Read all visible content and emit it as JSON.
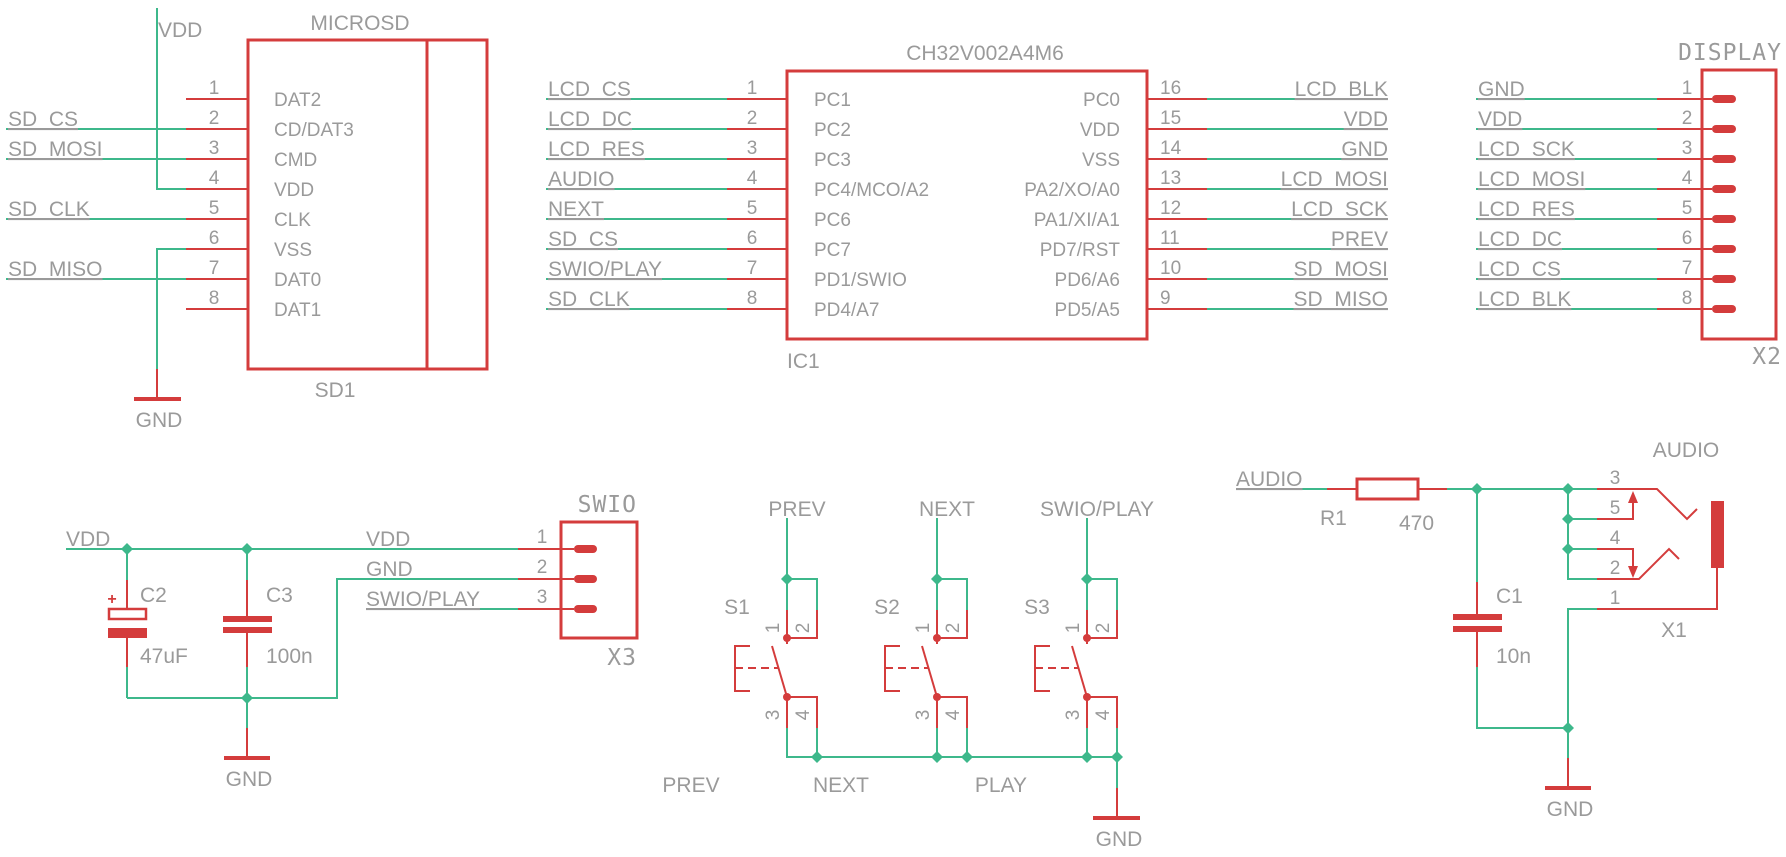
{
  "colors": {
    "net": "#3db88b",
    "symbol": "#d43c3c",
    "text": "#9a9a9a",
    "background": "#ffffff"
  },
  "sd1": {
    "name": "SD1",
    "value": "MICROSD",
    "pins": [
      {
        "num": "1",
        "name": "DAT2",
        "net": ""
      },
      {
        "num": "2",
        "name": "CD/DAT3",
        "net": "SD_CS"
      },
      {
        "num": "3",
        "name": "CMD",
        "net": "SD_MOSI"
      },
      {
        "num": "4",
        "name": "VDD",
        "net": ""
      },
      {
        "num": "5",
        "name": "CLK",
        "net": "SD_CLK"
      },
      {
        "num": "6",
        "name": "VSS",
        "net": ""
      },
      {
        "num": "7",
        "name": "DAT0",
        "net": "SD_MISO"
      },
      {
        "num": "8",
        "name": "DAT1",
        "net": ""
      }
    ],
    "vdd_label": "VDD",
    "gnd_label": "GND"
  },
  "ic1": {
    "name": "IC1",
    "value": "CH32V002A4M6",
    "left_pins": [
      {
        "num": "1",
        "name": "PC1",
        "net": "LCD_CS"
      },
      {
        "num": "2",
        "name": "PC2",
        "net": "LCD_DC"
      },
      {
        "num": "3",
        "name": "PC3",
        "net": "LCD_RES"
      },
      {
        "num": "4",
        "name": "PC4/MCO/A2",
        "net": "AUDIO"
      },
      {
        "num": "5",
        "name": "PC6",
        "net": "NEXT"
      },
      {
        "num": "6",
        "name": "PC7",
        "net": "SD_CS"
      },
      {
        "num": "7",
        "name": "PD1/SWIO",
        "net": "SWIO/PLAY"
      },
      {
        "num": "8",
        "name": "PD4/A7",
        "net": "SD_CLK"
      }
    ],
    "right_pins": [
      {
        "num": "16",
        "name": "PC0",
        "net": "LCD_BLK"
      },
      {
        "num": "15",
        "name": "VDD",
        "net": "VDD"
      },
      {
        "num": "14",
        "name": "VSS",
        "net": "GND"
      },
      {
        "num": "13",
        "name": "PA2/XO/A0",
        "net": "LCD_MOSI"
      },
      {
        "num": "12",
        "name": "PA1/XI/A1",
        "net": "LCD_SCK"
      },
      {
        "num": "11",
        "name": "PD7/RST",
        "net": "PREV"
      },
      {
        "num": "10",
        "name": "PD6/A6",
        "net": "SD_MOSI"
      },
      {
        "num": "9",
        "name": "PD5/A5",
        "net": "SD_MISO"
      }
    ]
  },
  "x2": {
    "name": "X2",
    "value": "DISPLAY",
    "pins": [
      {
        "num": "1",
        "net": "GND"
      },
      {
        "num": "2",
        "net": "VDD"
      },
      {
        "num": "3",
        "net": "LCD_SCK"
      },
      {
        "num": "4",
        "net": "LCD_MOSI"
      },
      {
        "num": "5",
        "net": "LCD_RES"
      },
      {
        "num": "6",
        "net": "LCD_DC"
      },
      {
        "num": "7",
        "net": "LCD_CS"
      },
      {
        "num": "8",
        "net": "LCD_BLK"
      }
    ]
  },
  "power": {
    "vdd_label": "VDD",
    "gnd_label": "GND",
    "c2": {
      "name": "C2",
      "value": "47uF",
      "polarity": "+"
    },
    "c3": {
      "name": "C3",
      "value": "100n"
    }
  },
  "x3": {
    "name": "X3",
    "value": "SWIO",
    "pins": [
      {
        "num": "1",
        "net": "VDD"
      },
      {
        "num": "2",
        "net": "GND"
      },
      {
        "num": "3",
        "net": "SWIO/PLAY"
      }
    ]
  },
  "switches": [
    {
      "name": "S1",
      "top_net": "PREV",
      "bottom_label": "PREV",
      "pins": [
        "1",
        "2",
        "3",
        "4"
      ]
    },
    {
      "name": "S2",
      "top_net": "NEXT",
      "bottom_label": "NEXT",
      "pins": [
        "1",
        "2",
        "3",
        "4"
      ]
    },
    {
      "name": "S3",
      "top_net": "SWIO/PLAY",
      "bottom_label": "PLAY",
      "pins": [
        "1",
        "2",
        "3",
        "4"
      ]
    }
  ],
  "switch_gnd_label": "GND",
  "audio": {
    "net_label": "AUDIO",
    "r1": {
      "name": "R1",
      "value": "470"
    },
    "c1": {
      "name": "C1",
      "value": "10n"
    },
    "x1": {
      "name": "X1",
      "value": "AUDIO",
      "pins": [
        "3",
        "5",
        "4",
        "2",
        "1"
      ]
    },
    "gnd_label": "GND"
  }
}
